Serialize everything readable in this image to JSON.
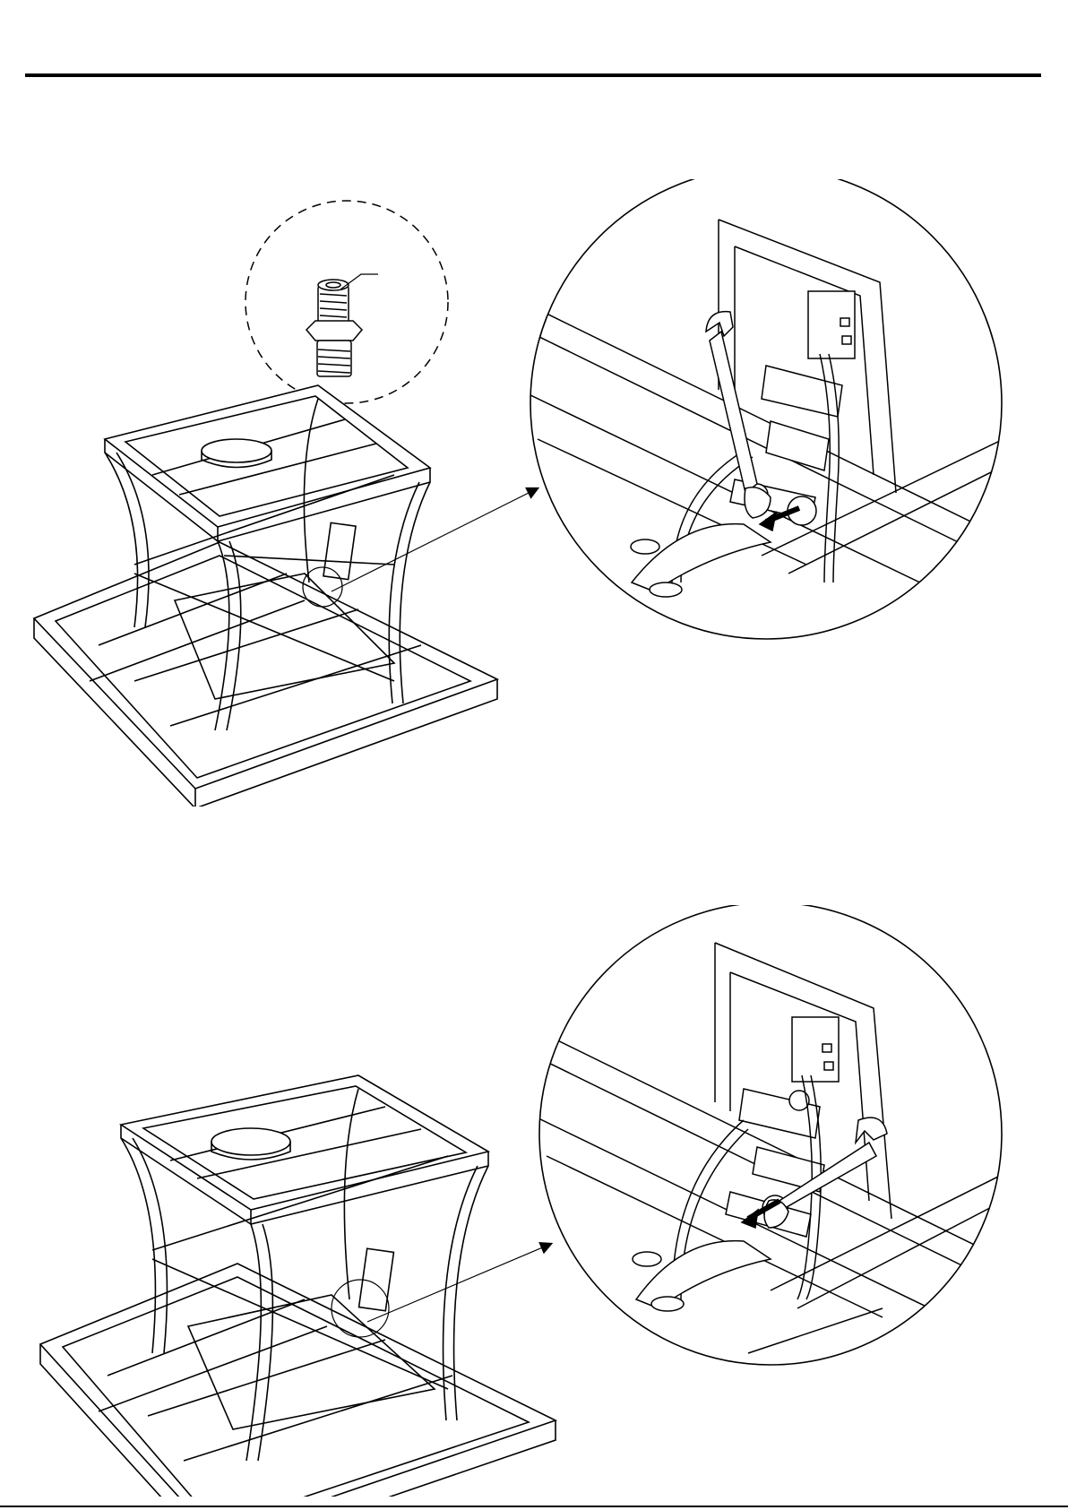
{
  "document": {
    "steps": [
      {
        "id": 1,
        "detail_part": "fitting"
      },
      {
        "id": 2
      }
    ]
  }
}
